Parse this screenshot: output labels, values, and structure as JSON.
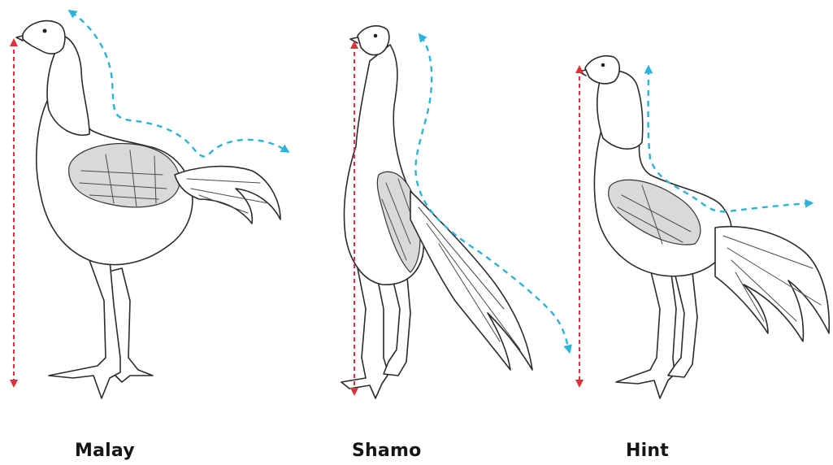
{
  "breeds": [
    {
      "name": "Malay"
    },
    {
      "name": "Shamo"
    },
    {
      "name": "Hint"
    }
  ],
  "colors": {
    "height_arrow": "#e0303a",
    "posture_arrow": "#2bb3d9",
    "ink": "#2b2b2b"
  }
}
